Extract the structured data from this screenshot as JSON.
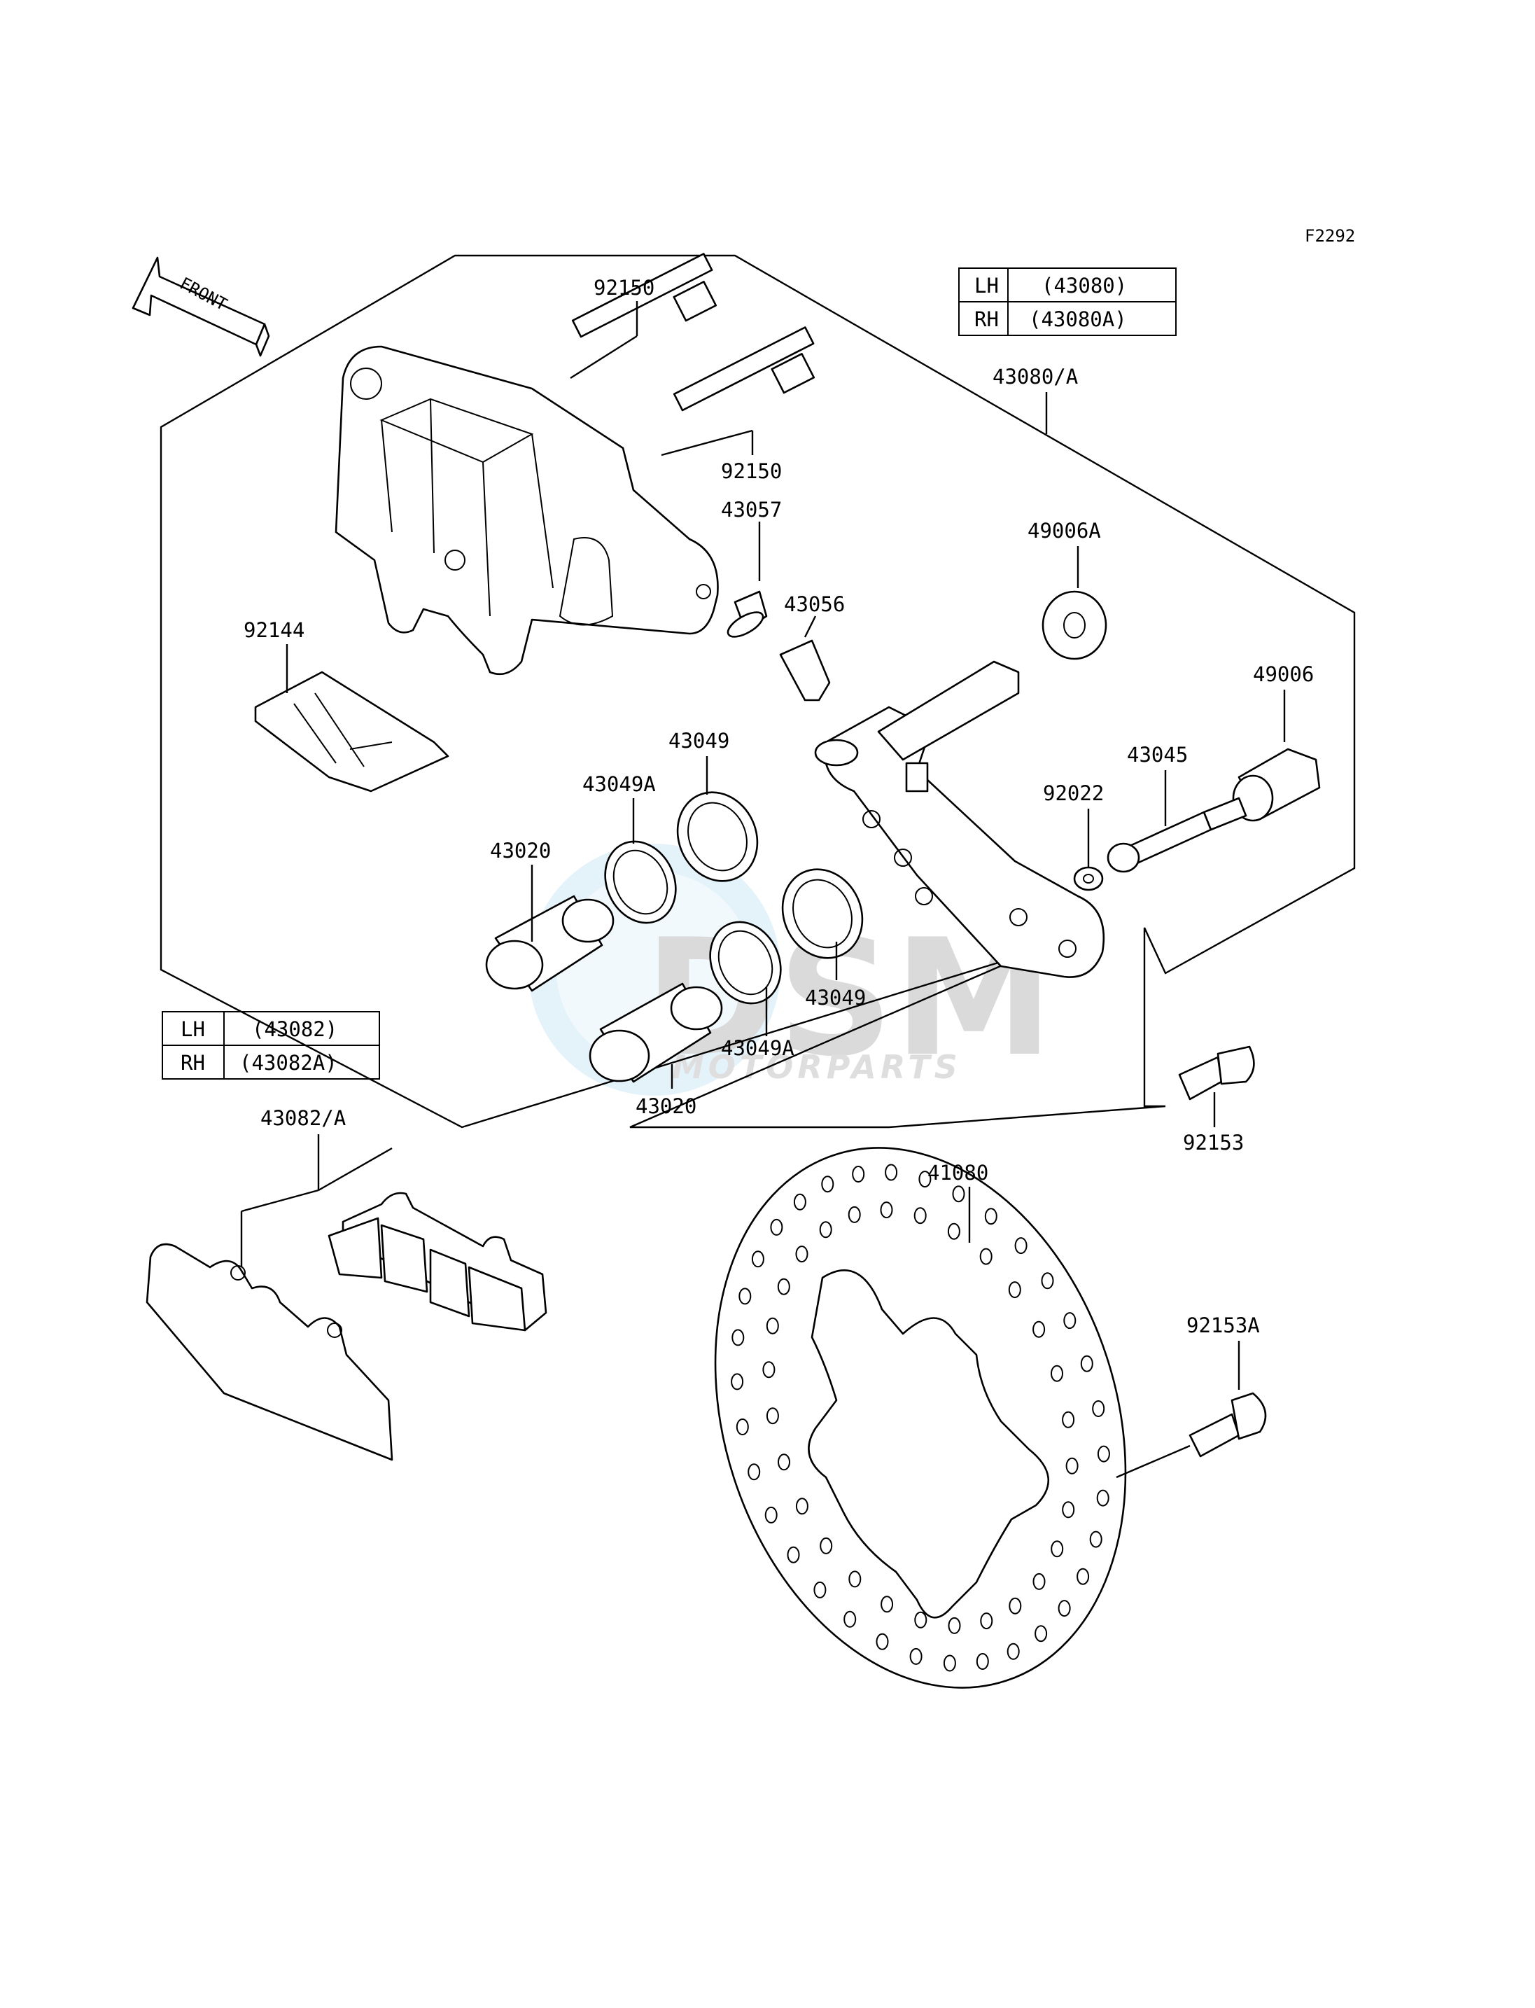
{
  "figure_code": "F2292",
  "front_label": "FRONT",
  "caliper_table": {
    "rows": [
      {
        "side": "LH",
        "part": "(43080)"
      },
      {
        "side": "RH",
        "part": "(43080A)"
      }
    ]
  },
  "pad_table": {
    "rows": [
      {
        "side": "LH",
        "part": "(43082)"
      },
      {
        "side": "RH",
        "part": "(43082A)"
      }
    ]
  },
  "callouts": {
    "p92150_top": "92150",
    "p92150_mid": "92150",
    "p43080A": "43080/A",
    "p43057": "43057",
    "p43056": "43056",
    "p49006A": "49006A",
    "p49006": "49006",
    "p92144": "92144",
    "p43049_top": "43049",
    "p43049A_top": "43049A",
    "p43045": "43045",
    "p92022": "92022",
    "p43020_left": "43020",
    "p43049_bottom": "43049",
    "p43049A_bottom": "43049A",
    "p43020_bottom": "43020",
    "p92153": "92153",
    "p43082A": "43082/A",
    "p41080": "41080",
    "p92153A": "92153A"
  },
  "watermark": {
    "brand": "DSM",
    "sub": "MOTORPARTS"
  }
}
